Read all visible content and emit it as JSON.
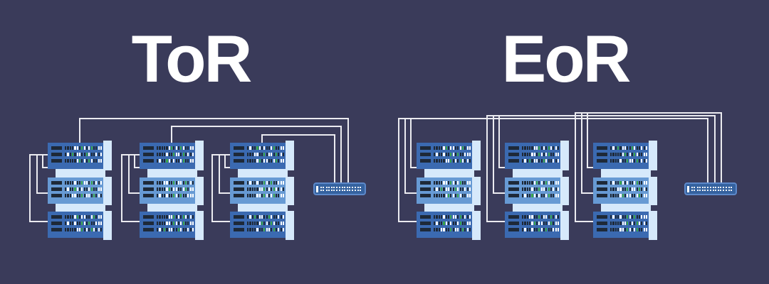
{
  "colors": {
    "background": "#3a3b5a",
    "server_dark": "#3b6ab1",
    "server_light": "#679ad4",
    "rack_frame": "#d6e9fb",
    "vent_dark": "#1e2938",
    "led_green": "#3aa44a",
    "led_white": "#ffffff",
    "cable": "#ebebf0",
    "switch_fill": "#35629f",
    "switch_border": "#5d89ca",
    "title_text": "#ffffff"
  },
  "panels": [
    {
      "id": "tor",
      "title": "ToR",
      "rack_count": 3,
      "servers_per_rack": 3,
      "switch_count": 1
    },
    {
      "id": "eor",
      "title": "EoR",
      "rack_count": 3,
      "servers_per_rack": 3,
      "switch_count": 1
    }
  ],
  "rack": {
    "units": 3,
    "led_rows_per_unit": 3,
    "leds_per_row": 16,
    "led_patterns": [
      "ddddwwdgwdwgddww",
      "dwdgdwwddgwddwdw",
      "dddddwgdwdgwddww",
      "ddddwddgwwdgdwdw",
      "dwddgwdwddwgddww",
      "dddwwddgdwwdgdwd",
      "ddddwgdwwddwgdww",
      "dwddwddgwdgddwww",
      "dddddwwgdwdgwdwd"
    ]
  },
  "switch": {
    "port_rows": 2,
    "port_groups": 8,
    "ports_per_group": 4,
    "has_indicator_bar": true
  }
}
